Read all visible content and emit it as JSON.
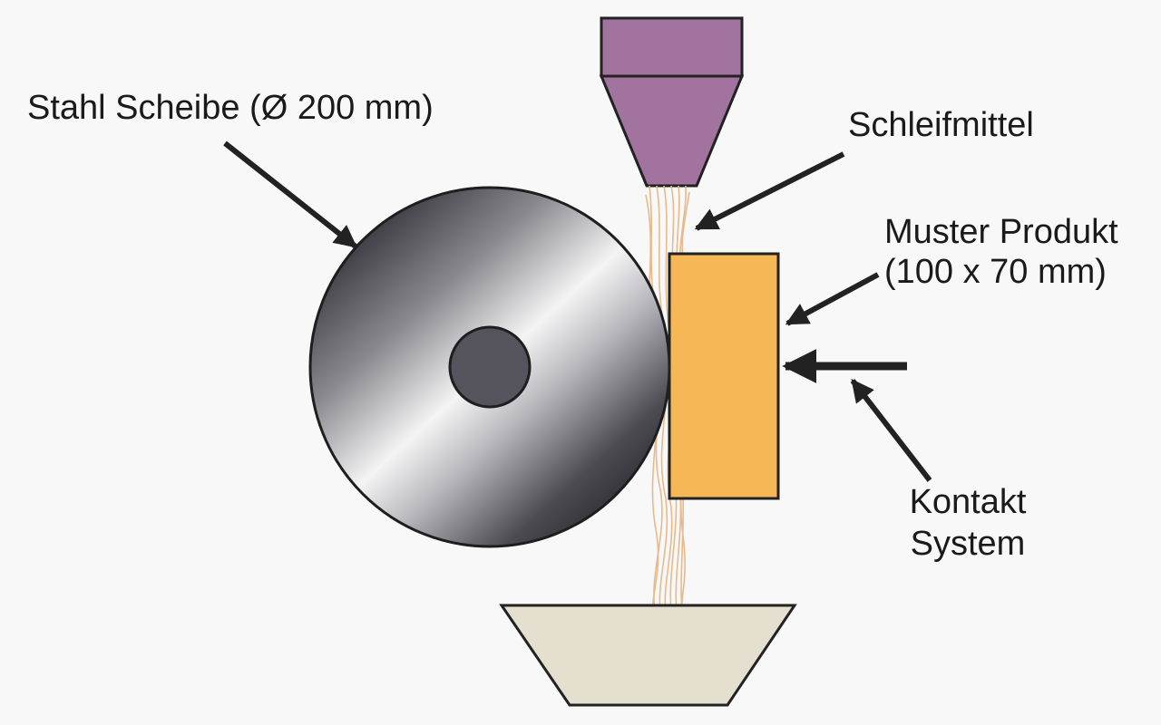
{
  "labels": {
    "disc": "Stahl Scheibe (Ø 200 mm)",
    "abrasive": "Schleifmittel",
    "sample_line1": "Muster Produkt",
    "sample_line2": "(100 x 70 mm)",
    "contact_line1": "Kontakt",
    "contact_line2": "System"
  },
  "colors": {
    "background": "#f8f8f8",
    "hopper": "#a2739f",
    "sample": "#f6b757",
    "tray": "#e4dfcf",
    "abrasive_stream": "#e8b98a",
    "disc_dark": "#3c3b42",
    "disc_light": "#f2f2f2",
    "hub": "#55535c",
    "arrow": "#222222"
  }
}
